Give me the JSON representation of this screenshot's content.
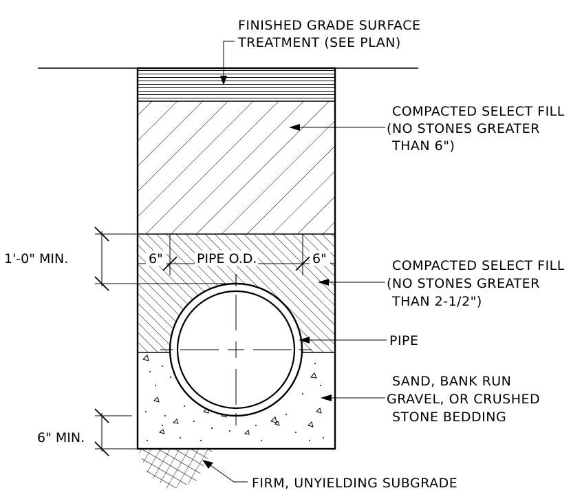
{
  "labels": {
    "surface_line1": "FINISHED GRADE SURFACE",
    "surface_line2": "TREATMENT (SEE PLAN)",
    "fill_upper_line1": "COMPACTED SELECT FILL",
    "fill_upper_line2": "(NO STONES GREATER",
    "fill_upper_line3": "THAN 6\")",
    "fill_lower_line1": "COMPACTED SELECT FILL",
    "fill_lower_line2": "(NO STONES GREATER",
    "fill_lower_line3": "THAN 2-1/2\")",
    "pipe": "PIPE",
    "bedding_line1": "SAND, BANK RUN",
    "bedding_line2": "GRAVEL, OR CRUSHED",
    "bedding_line3": "STONE BEDDING",
    "subgrade": "FIRM, UNYIELDING SUBGRADE"
  },
  "dimensions": {
    "cover_min": "1'-0\" MIN.",
    "bedding_min": "6\" MIN.",
    "side_clear_left": "6\"",
    "side_clear_right": "6\"",
    "pipe_od": "PIPE O.D."
  },
  "colors": {
    "ink": "#000000",
    "background": "#ffffff"
  }
}
